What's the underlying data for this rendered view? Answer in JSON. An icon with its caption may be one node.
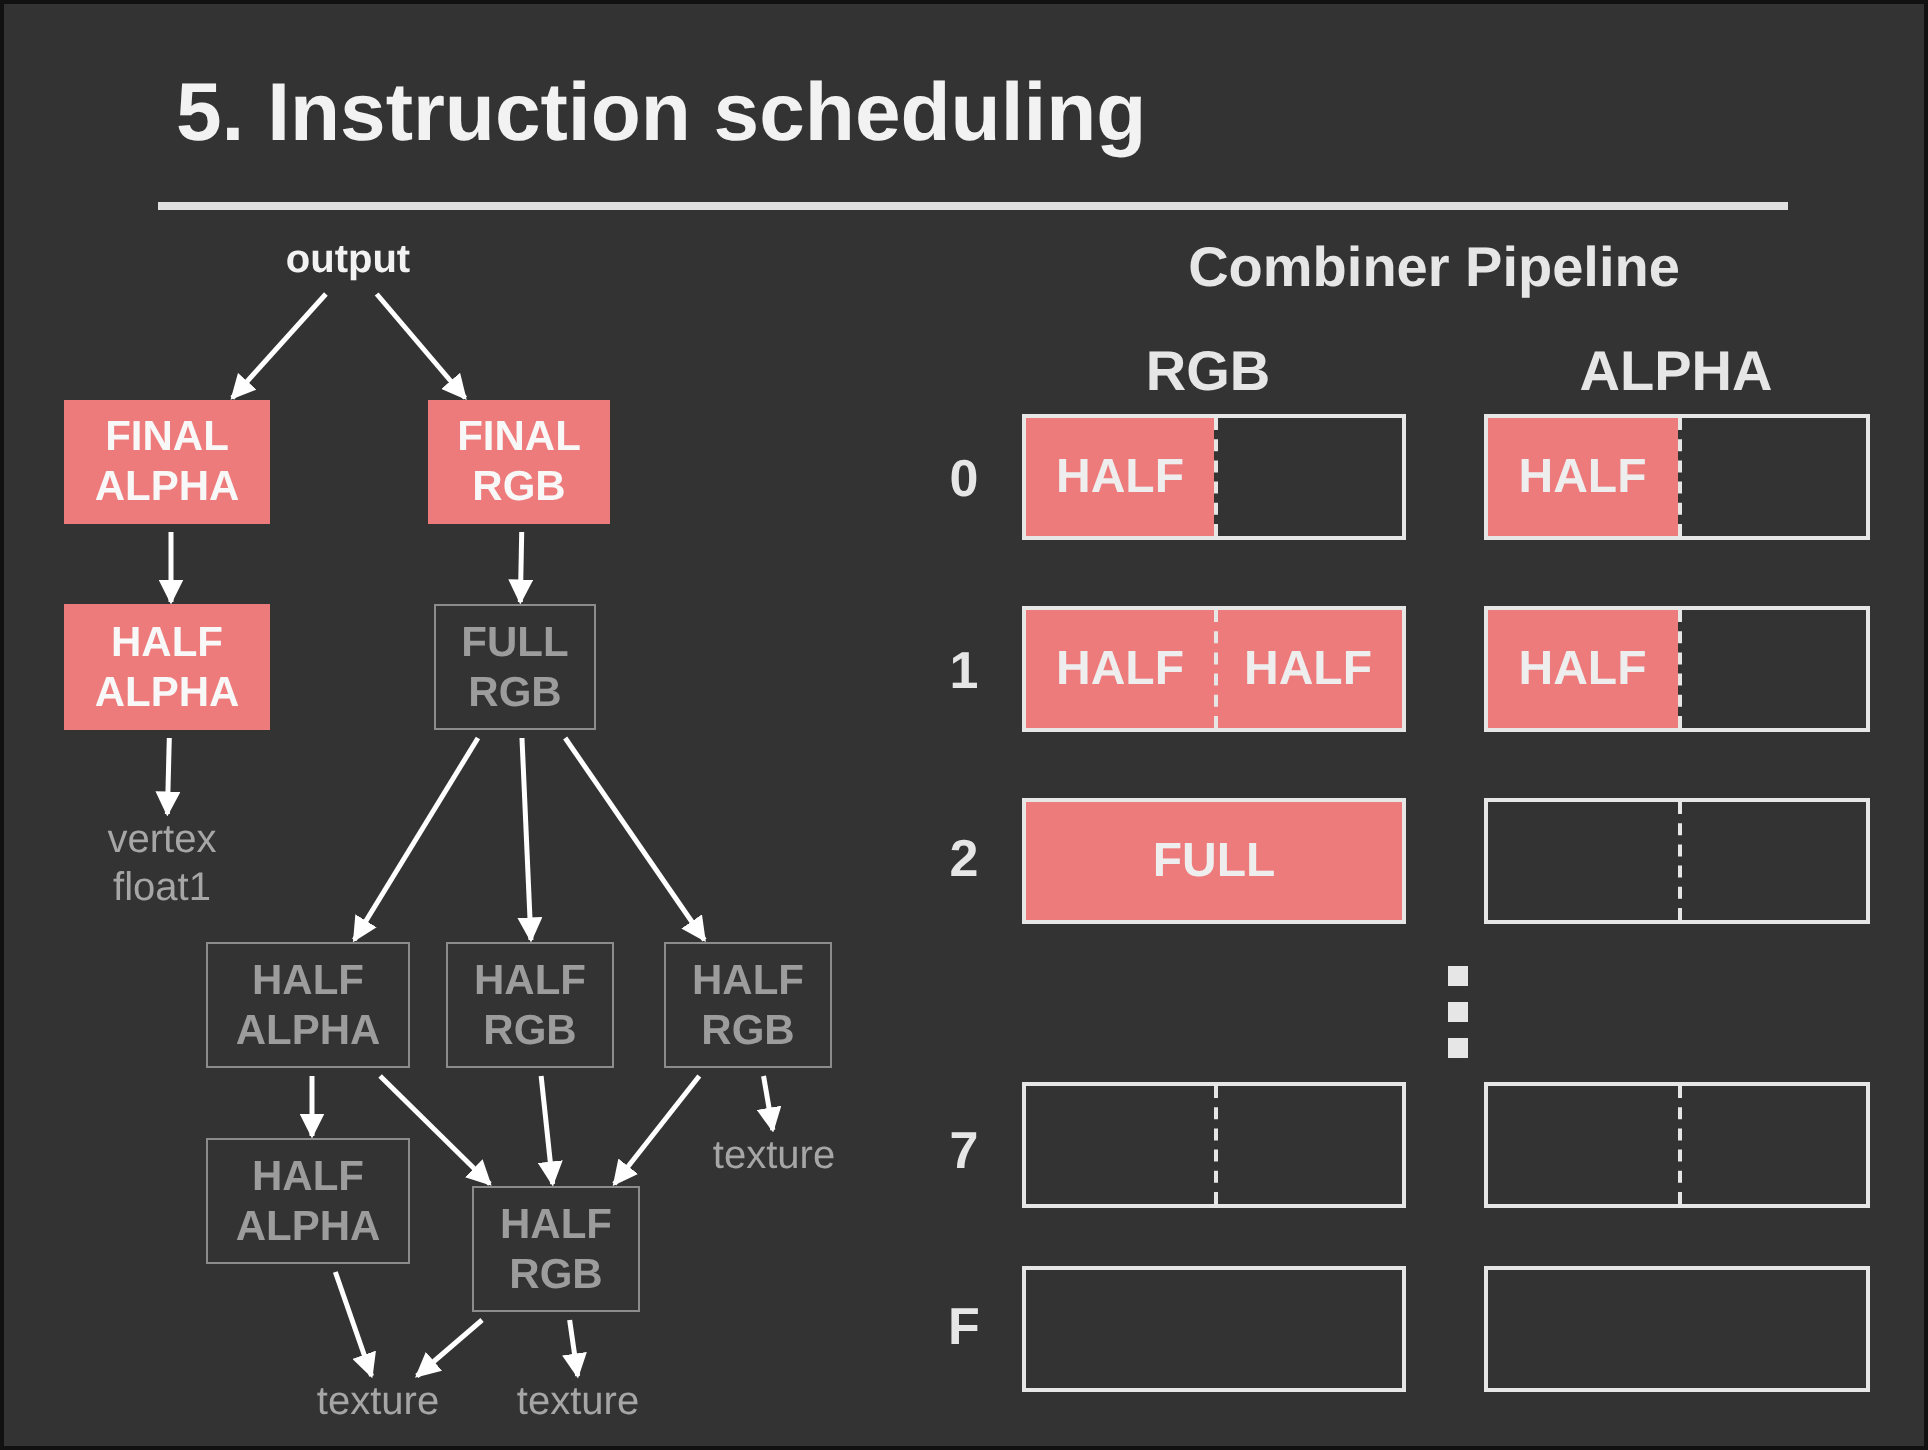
{
  "diagram": {
    "title": "5. Instruction scheduling",
    "nodes": [
      {
        "text": [
          "output"
        ]
      },
      {
        "text": [
          "FINAL ALPHA"
        ]
      },
      {
        "text": [
          "FINAL RGB"
        ]
      },
      {
        "text": [
          "HALF ALPHA"
        ]
      },
      {
        "text": [
          "FULL RGB"
        ]
      },
      {
        "text": [
          "vertex float1"
        ]
      },
      {
        "text": [
          "HALF ALPHA"
        ]
      },
      {
        "text": [
          "HALF RGB"
        ]
      },
      {
        "text": [
          "HALF RGB"
        ]
      },
      {
        "text": [
          "texture"
        ]
      },
      {
        "text": [
          "HALF ALPHA"
        ]
      },
      {
        "text": [
          "HALF RGB"
        ]
      },
      {
        "text": [
          "texture"
        ]
      },
      {
        "text": [
          "texture"
        ]
      },
      {
        "text": [],
        "shape": "box"
      },
      {
        "text": [
          "HALF"
        ],
        "in": 14
      },
      {
        "text": [],
        "shape": "box"
      },
      {
        "text": [
          "HALF"
        ],
        "in": 16
      },
      {
        "text": [],
        "shape": "box"
      },
      {
        "text": [
          "HALF"
        ],
        "in": 18
      },
      {
        "text": [
          "HALF"
        ],
        "in": 18
      },
      {
        "text": [],
        "shape": "box"
      },
      {
        "text": [
          "HALF"
        ],
        "in": 21
      },
      {
        "text": [],
        "shape": "box"
      },
      {
        "text": [
          "FULL"
        ],
        "in": 23
      },
      {
        "text": [],
        "shape": "box"
      },
      {
        "text": [],
        "shape": "box"
      },
      {
        "text": [],
        "shape": "box"
      },
      {
        "text": [],
        "shape": "box"
      },
      {
        "text": [],
        "shape": "box"
      }
    ],
    "edges": [
      {
        "from": 0,
        "to": 1,
        "arrow": "to"
      },
      {
        "from": 0,
        "to": 2,
        "arrow": "to"
      },
      {
        "from": 1,
        "to": 3,
        "arrow": "to"
      },
      {
        "from": 2,
        "to": 4,
        "arrow": "to"
      },
      {
        "from": 3,
        "to": 5,
        "arrow": "to"
      },
      {
        "from": 4,
        "to": 6,
        "arrow": "to"
      },
      {
        "from": 4,
        "to": 7,
        "arrow": "to"
      },
      {
        "from": 4,
        "to": 8,
        "arrow": "to"
      },
      {
        "from": 6,
        "to": 10,
        "arrow": "to"
      },
      {
        "from": 6,
        "to": 11,
        "arrow": "to"
      },
      {
        "from": 7,
        "to": 11,
        "arrow": "to"
      },
      {
        "from": 8,
        "to": 11,
        "arrow": "to"
      },
      {
        "from": 8,
        "to": 9,
        "arrow": "to"
      },
      {
        "from": 10,
        "to": 12,
        "arrow": "to"
      },
      {
        "from": 11,
        "to": 12,
        "arrow": "to"
      },
      {
        "from": 11,
        "to": 13,
        "arrow": "to"
      }
    ],
    "labels": [
      "Combiner Pipeline",
      "RGB",
      "ALPHA",
      "0",
      "1",
      "2",
      "7",
      "F"
    ]
  }
}
